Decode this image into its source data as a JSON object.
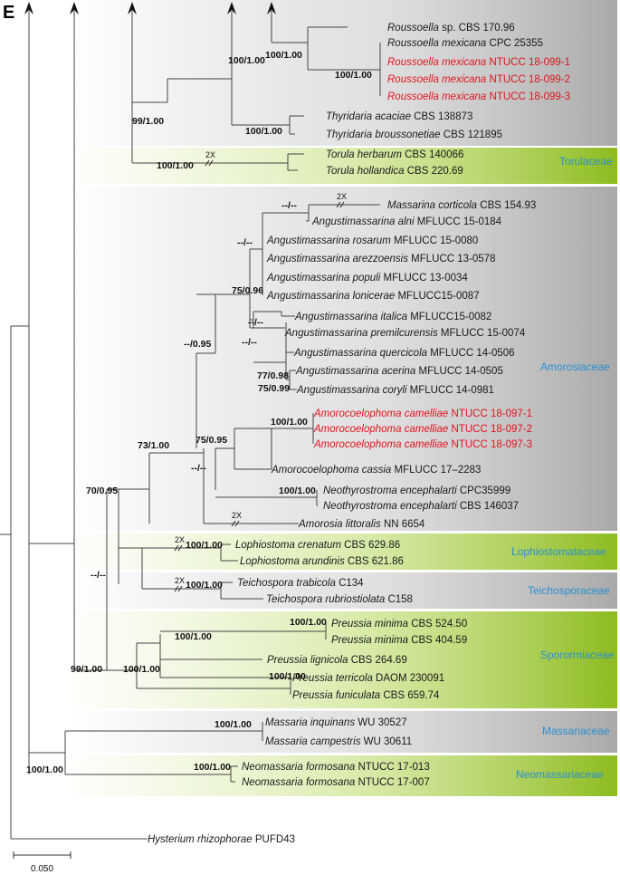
{
  "panel_letter": "E",
  "families": [
    "Torulaceae",
    "Amorosiaceae",
    "Lophiostomataceae",
    "Teichosporaceae",
    "Sporormiaceae",
    "Massariaceae",
    "Neomassariaceae"
  ],
  "taxa": [
    {
      "species": "Roussoella",
      "rest": "sp. CBS 170.96",
      "red": false
    },
    {
      "species": "Roussoella mexicana",
      "rest": "CPC 25355",
      "red": false
    },
    {
      "species": "Roussoella mexicana",
      "rest": "NTUCC 18-099-1",
      "red": true
    },
    {
      "species": "Roussoella mexicana",
      "rest": "NTUCC 18-099-2",
      "red": true
    },
    {
      "species": "Roussoella mexicana",
      "rest": "NTUCC 18-099-3",
      "red": true
    },
    {
      "species": "Thyridaria acaciae",
      "rest": "CBS 138873",
      "red": false
    },
    {
      "species": "Thyridaria broussonetiae",
      "rest": "CBS 121895",
      "red": false
    },
    {
      "species": "Torula herbarum",
      "rest": "CBS 140066",
      "red": false
    },
    {
      "species": "Torula hollandica",
      "rest": "CBS 220.69",
      "red": false
    },
    {
      "species": "Massarina corticola",
      "rest": "CBS 154.93",
      "red": false
    },
    {
      "species": "Angustimassarina alni",
      "rest": "MFLUCC 15-0184",
      "red": false
    },
    {
      "species": "Angustimassarina rosarum",
      "rest": "MFLUCC 15-0080",
      "red": false
    },
    {
      "species": "Angustimassarina arezzoensis",
      "rest": "MFLUCC 13-0578",
      "red": false
    },
    {
      "species": "Angustimassarina populi",
      "rest": "MFLUCC 13-0034",
      "red": false
    },
    {
      "species": "Angustimassarina lonicerae",
      "rest": "MFLUCC15-0087",
      "red": false
    },
    {
      "species": "Angustimassarina italica",
      "rest": "MFLUCC15-0082",
      "red": false
    },
    {
      "species": "Angustimassarina premilcurensis",
      "rest": "MFLUCC 15-0074",
      "red": false
    },
    {
      "species": "Angustimassarina quercicola",
      "rest": "MFLUCC 14-0506",
      "red": false
    },
    {
      "species": "Angustimassarina acerina",
      "rest": "MFLUCC 14-0505",
      "red": false
    },
    {
      "species": "Angustimassarina coryli",
      "rest": "MFLUCC 14-0981",
      "red": false
    },
    {
      "species": "Amorocoelophoma camelliae",
      "rest": "NTUCC 18-097-1",
      "red": true
    },
    {
      "species": "Amorocoelophoma camelliae",
      "rest": "NTUCC 18-097-2",
      "red": true
    },
    {
      "species": "Amorocoelophoma camelliae",
      "rest": "NTUCC 18-097-3",
      "red": true
    },
    {
      "species": "Amorocoelophoma cassia",
      "rest": "MFLUCC 17–2283",
      "red": false
    },
    {
      "species": "Neothyrostroma encephalarti",
      "rest": "CPC35999",
      "red": false
    },
    {
      "species": "Neothyrostroma encephalarti",
      "rest": "CBS 146037",
      "red": false
    },
    {
      "species": "Amorosia littoralis",
      "rest": "NN 6654",
      "red": false
    },
    {
      "species": "Lophiostoma crenatum",
      "rest": "CBS 629.86",
      "red": false
    },
    {
      "species": "Lophiostoma arundinis",
      "rest": "CBS 621.86",
      "red": false
    },
    {
      "species": "Teichospora trabicola",
      "rest": "C134",
      "red": false
    },
    {
      "species": "Teichospora rubriostiolata",
      "rest": "C158",
      "red": false
    },
    {
      "species": "Preussia minima",
      "rest": "CBS 524.50",
      "red": false
    },
    {
      "species": "Preussia minima",
      "rest": "CBS 404.59",
      "red": false
    },
    {
      "species": "Preussia lignicola",
      "rest": "CBS 264.69",
      "red": false
    },
    {
      "species": "Preussia terricola",
      "rest": "DAOM 230091",
      "red": false
    },
    {
      "species": "Preussia funiculata",
      "rest": "CBS 659.74",
      "red": false
    },
    {
      "species": "Massaria inquinans",
      "rest": "WU 30527",
      "red": false
    },
    {
      "species": "Massaria campestris",
      "rest": "WU 30611",
      "red": false
    },
    {
      "species": "Neomassaria formosana",
      "rest": "NTUCC 17-013",
      "red": false
    },
    {
      "species": "Neomassaria formosana",
      "rest": "NTUCC 17-007",
      "red": false
    },
    {
      "species": "Hysterium rhizophorae",
      "rest": "PUFD43",
      "red": false
    }
  ],
  "support": [
    "100/1.00",
    "100/1.00",
    "100/1.00",
    "99/1.00",
    "100/1.00",
    "100/1.00",
    "--/--",
    "--/--",
    "--/--",
    "--/--",
    "75/0.96",
    "77/0.98",
    "75/0.99",
    "--/0.95",
    "100/1.00",
    "75/0.95",
    "--/--",
    "100/1.00",
    "73/1.00",
    "70/0.95",
    "100/1.00",
    "100/1.00",
    "--/--",
    "100/1.00",
    "100/1.00",
    "100/1.00",
    "100/1.00",
    "99/1.00",
    "100/1.00",
    "100/1.00",
    "100/1.00"
  ],
  "breaks": [
    "2X",
    "2X",
    "2X",
    "2X",
    "2X"
  ],
  "scale": {
    "label": "0.050"
  },
  "colors": {
    "highlight_taxa": "#e0141e",
    "family_label": "#2a8fd0",
    "band_gray": "#b4b4b4",
    "band_green": "#8dbb1f"
  }
}
